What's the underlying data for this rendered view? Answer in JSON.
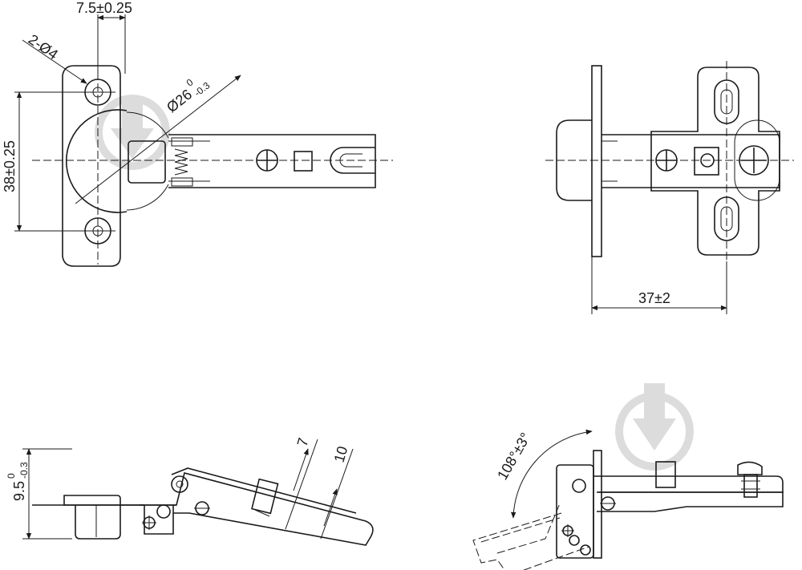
{
  "drawing": {
    "top_left_view": {
      "dim_offset": "7.5±0.25",
      "dim_holes": "2-Ø4",
      "dim_cup_diameter": "Ø26",
      "dim_cup_tol_upper": "0",
      "dim_cup_tol_lower": "-0.3",
      "dim_hole_spacing": "38±0.25"
    },
    "top_right_view": {
      "dim_depth": "37±2"
    },
    "bottom_left_view": {
      "dim_height": "9.5",
      "dim_height_tol_upper": "0",
      "dim_height_tol_lower": "-0.3",
      "dim_7": "7",
      "dim_10": "10"
    },
    "bottom_right_view": {
      "dim_angle": "108°±3°"
    }
  },
  "colors": {
    "line": "#1a1a1a",
    "watermark": "#dcdcdc",
    "background": "#ffffff"
  }
}
